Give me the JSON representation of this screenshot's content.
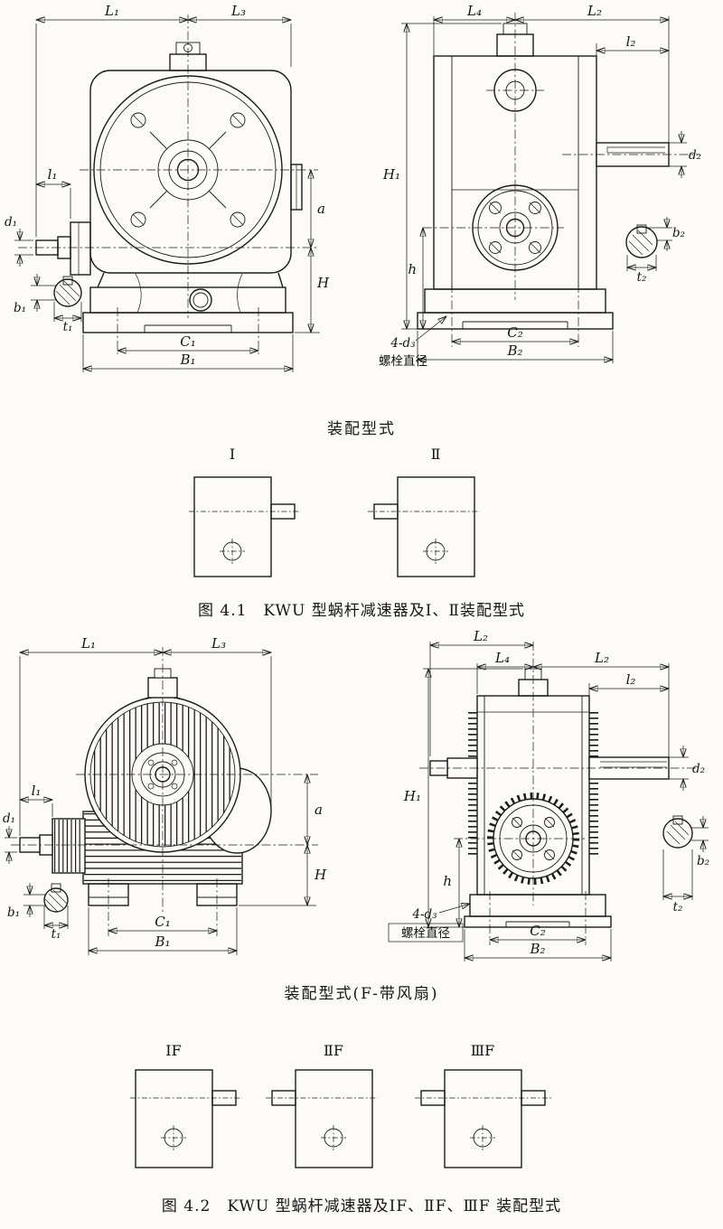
{
  "figure_4_1": {
    "front_view": {
      "dim_labels": {
        "L1": "L₁",
        "L3": "L₃",
        "l1": "l₁",
        "d1": "d₁",
        "b1": "b₁",
        "t1": "t₁",
        "a": "a",
        "H": "H",
        "C1": "C₁",
        "B1": "B₁"
      }
    },
    "side_view": {
      "dim_labels": {
        "L4": "L₄",
        "L2": "L₂",
        "l2": "l₂",
        "H1": "H₁",
        "h": "h",
        "d2": "d₂",
        "b2": "b₂",
        "t2": "t₂",
        "C2": "C₂",
        "B2": "B₂"
      },
      "bolt_note": {
        "line1": "4-d₃",
        "line2": "螺栓直径"
      }
    },
    "assembly_heading": "装配型式",
    "assembly_types": [
      {
        "label": "Ⅰ"
      },
      {
        "label": "Ⅱ"
      }
    ],
    "caption": "图 4.1　KWU 型蜗杆减速器及Ⅰ、Ⅱ装配型式"
  },
  "figure_4_2": {
    "front_view": {
      "dim_labels": {
        "L1": "L₁",
        "L3": "L₃",
        "l1": "l₁",
        "d1": "d₁",
        "b1": "b₁",
        "t1": "t₁",
        "a": "a",
        "H": "H",
        "C1": "C₁",
        "B1": "B₁"
      }
    },
    "side_view": {
      "dim_labels": {
        "L2_overall": "L₂",
        "L4": "L₄",
        "L2": "L₂",
        "l2": "l₂",
        "H1": "H₁",
        "h": "h",
        "d2": "d₂",
        "b2": "b₂",
        "t2": "t₂",
        "C2": "C₂",
        "B2": "B₂"
      },
      "bolt_note": {
        "line1": "4-d₃",
        "line2": "螺栓直径"
      }
    },
    "assembly_heading": "装配型式(F-带风扇)",
    "assembly_types": [
      {
        "label": "ⅠF"
      },
      {
        "label": "ⅡF"
      },
      {
        "label": "ⅢF"
      }
    ],
    "caption": "图 4.2　KWU 型蜗杆减速器及ⅠF、ⅡF、ⅢF 装配型式"
  }
}
